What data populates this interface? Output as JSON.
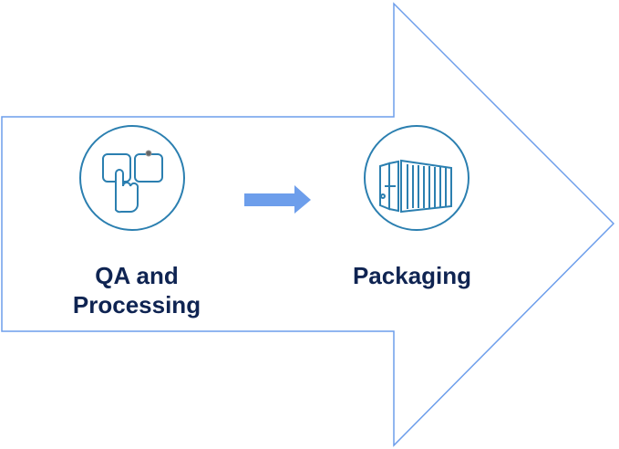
{
  "steps": [
    {
      "id": "qa",
      "label": "QA and Processing",
      "icon": "touch-select-icon"
    },
    {
      "id": "packaging",
      "label": "Packaging",
      "icon": "shipping-container-icon"
    }
  ],
  "colors": {
    "outline": "#6d9eeb",
    "connector_arrow": "#6d9eeb",
    "icon_stroke": "#2b7fb0",
    "label_text": "#0f2452"
  }
}
